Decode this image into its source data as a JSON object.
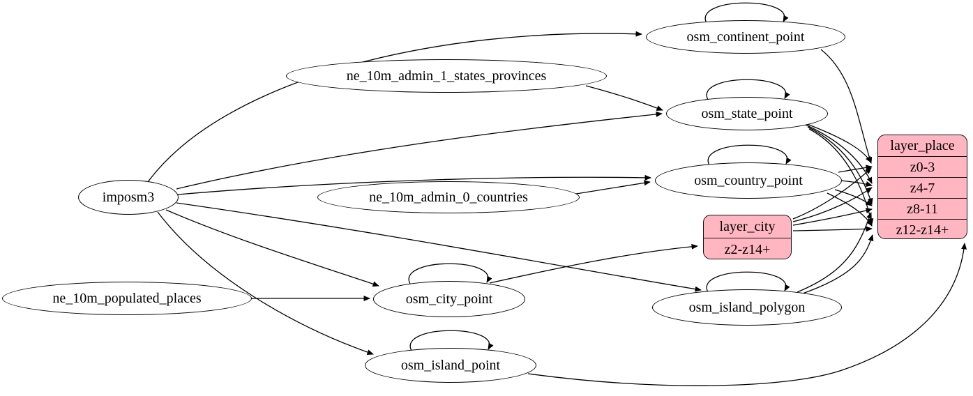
{
  "diagram": {
    "kind": "etl-graph",
    "colors": {
      "background": "#ffffff",
      "table_fill": "#ffffff",
      "layer_fill": "#ffb6c1",
      "stroke": "#000000"
    },
    "nodes": {
      "imposm3": {
        "label": "imposm3"
      },
      "ne_10m_admin_1_states_provinces": {
        "label": "ne_10m_admin_1_states_provinces"
      },
      "ne_10m_admin_0_countries": {
        "label": "ne_10m_admin_0_countries"
      },
      "ne_10m_populated_places": {
        "label": "ne_10m_populated_places"
      },
      "osm_continent_point": {
        "label": "osm_continent_point"
      },
      "osm_state_point": {
        "label": "osm_state_point"
      },
      "osm_country_point": {
        "label": "osm_country_point"
      },
      "osm_city_point": {
        "label": "osm_city_point"
      },
      "osm_island_polygon": {
        "label": "osm_island_polygon"
      },
      "osm_island_point": {
        "label": "osm_island_point"
      }
    },
    "records": {
      "layer_place": {
        "title": "layer_place",
        "rows": [
          "z0-3",
          "z4-7",
          "z8-11",
          "z12-z14+"
        ]
      },
      "layer_city": {
        "title": "layer_city",
        "rows": [
          "z2-z14+"
        ]
      }
    },
    "edges": [
      {
        "from": "imposm3",
        "to": "osm_continent_point"
      },
      {
        "from": "imposm3",
        "to": "osm_state_point"
      },
      {
        "from": "imposm3",
        "to": "osm_country_point"
      },
      {
        "from": "imposm3",
        "to": "osm_city_point"
      },
      {
        "from": "imposm3",
        "to": "osm_island_polygon"
      },
      {
        "from": "imposm3",
        "to": "osm_island_point"
      },
      {
        "from": "ne_10m_admin_1_states_provinces",
        "to": "osm_state_point"
      },
      {
        "from": "ne_10m_admin_0_countries",
        "to": "osm_country_point"
      },
      {
        "from": "ne_10m_populated_places",
        "to": "osm_city_point"
      },
      {
        "from": "osm_continent_point",
        "to": "osm_continent_point"
      },
      {
        "from": "osm_state_point",
        "to": "osm_state_point"
      },
      {
        "from": "osm_country_point",
        "to": "osm_country_point"
      },
      {
        "from": "osm_city_point",
        "to": "osm_city_point"
      },
      {
        "from": "osm_island_polygon",
        "to": "osm_island_polygon"
      },
      {
        "from": "osm_island_point",
        "to": "osm_island_point"
      },
      {
        "from": "osm_continent_point",
        "to": "layer_place:z0-3"
      },
      {
        "from": "osm_country_point",
        "to": "layer_place:z0-3"
      },
      {
        "from": "osm_country_point",
        "to": "layer_place:z4-7"
      },
      {
        "from": "osm_country_point",
        "to": "layer_place:z8-11"
      },
      {
        "from": "osm_country_point",
        "to": "layer_place:z12-z14+"
      },
      {
        "from": "osm_state_point",
        "to": "layer_place:z0-3"
      },
      {
        "from": "osm_state_point",
        "to": "layer_place:z4-7"
      },
      {
        "from": "osm_state_point",
        "to": "layer_place:z8-11"
      },
      {
        "from": "osm_state_point",
        "to": "layer_place:z12-z14+"
      },
      {
        "from": "osm_city_point",
        "to": "layer_city:z2-z14+"
      },
      {
        "from": "layer_city",
        "to": "layer_place:z0-3"
      },
      {
        "from": "layer_city",
        "to": "layer_place:z4-7"
      },
      {
        "from": "layer_city",
        "to": "layer_place:z8-11"
      },
      {
        "from": "layer_city",
        "to": "layer_place:z12-z14+"
      },
      {
        "from": "osm_island_polygon",
        "to": "layer_place:z8-11"
      },
      {
        "from": "osm_island_polygon",
        "to": "layer_place:z12-z14+"
      },
      {
        "from": "osm_island_point",
        "to": "layer_place:z12-z14+"
      }
    ]
  }
}
